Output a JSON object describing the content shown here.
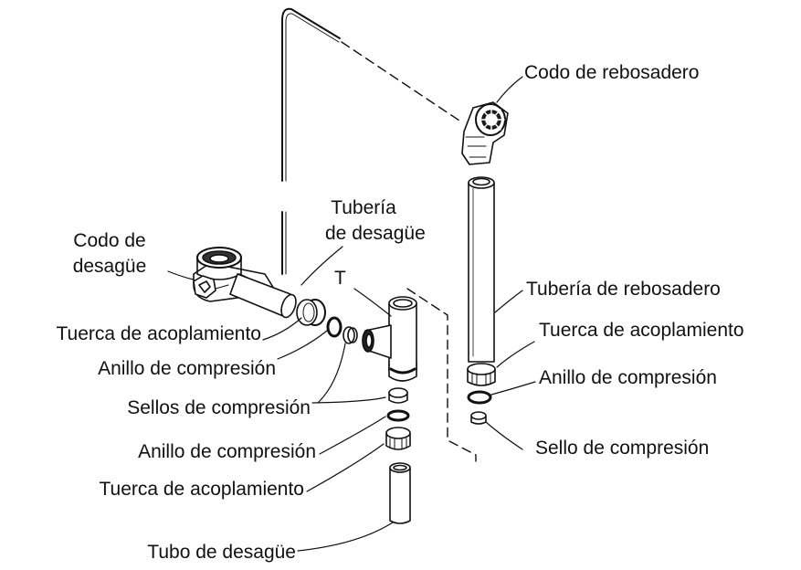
{
  "labels": {
    "codo_rebosadero": "Codo de rebosadero",
    "tuberia_desague_1": "Tubería",
    "tuberia_desague_2": "de desagüe",
    "codo_desague_1": "Codo de",
    "codo_desague_2": "desagüe",
    "t": "T",
    "tuberia_rebosadero": "Tubería de rebosadero",
    "tuerca_acop_left": "Tuerca de acoplamiento",
    "tuerca_acop_right": "Tuerca de acoplamiento",
    "anillo_comp_left": "Anillo de compresión",
    "anillo_comp_right": "Anillo de compresión",
    "sellos_comp": "Sellos de compresión",
    "anillo_comp_lower": "Anillo de compresión",
    "sello_comp_right": "Sello de compresión",
    "tuerca_acop_lower": "Tuerca de acoplamiento",
    "tubo_desague": "Tubo de desagüe"
  },
  "colors": {
    "line": "#111111",
    "background": "#ffffff"
  }
}
